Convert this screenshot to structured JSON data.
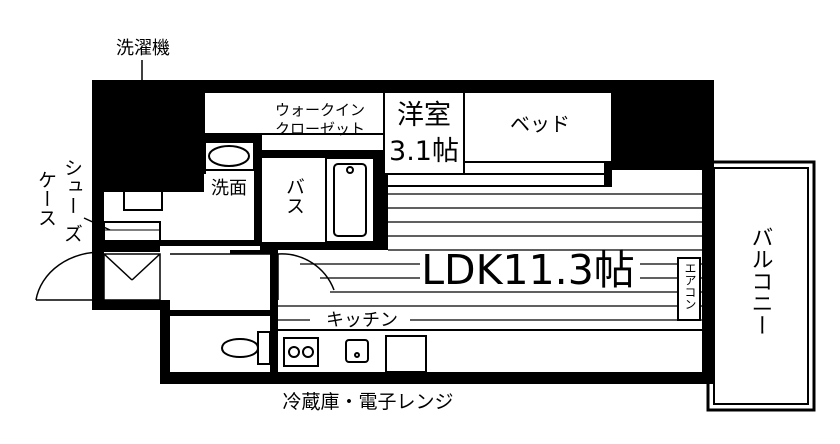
{
  "labels": {
    "washing_machine": "洗濯機",
    "walk_in_closet_line1": "ウォークイン",
    "walk_in_closet_line2": "クローゼット",
    "western_room_line1": "洋室",
    "western_room_line2": "3.1帖",
    "bed": "ベッド",
    "shoe_case_col1": "シュー",
    "shoe_case_col2": "ケース",
    "shoe_case_col3": "ズ",
    "washroom": "洗面",
    "bath": "バス",
    "ldk": "LDK11.3帖",
    "aircon": "エアコン",
    "balcony": "バルコニー",
    "kitchen": "キッチン",
    "fridge_microwave": "冷蔵庫・電子レンジ"
  }
}
